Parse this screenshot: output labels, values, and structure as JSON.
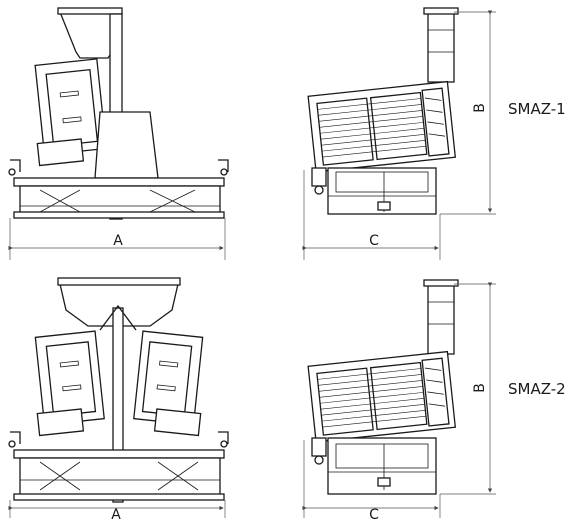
{
  "models": [
    {
      "name": "SMAZ-1",
      "dims": {
        "a": "A",
        "b": "B",
        "c": "C"
      }
    },
    {
      "name": "SMAZ-2",
      "dims": {
        "a": "A",
        "b": "B",
        "c": "C"
      }
    }
  ]
}
